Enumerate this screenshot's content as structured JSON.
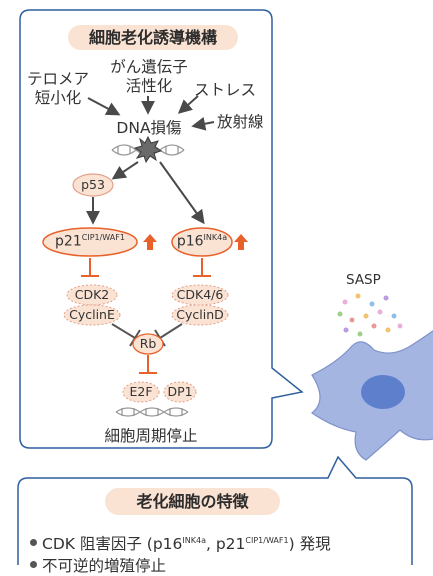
{
  "mechanism": {
    "title": "細胞老化誘導機構",
    "stimuli": {
      "telomere": [
        "テロメア",
        "短小化"
      ],
      "oncogene": [
        "がん遺伝子",
        "活性化"
      ],
      "stress": "ストレス",
      "radiation": "放射線"
    },
    "dna_damage": "DNA損傷",
    "p53": "p53",
    "p21": {
      "base": "p21",
      "sup": "CIP1/WAF1"
    },
    "p16": {
      "base": "p16",
      "sup": "INK4a"
    },
    "cdk2": [
      "CDK2",
      "CyclinE"
    ],
    "cdk46": [
      "CDK4/6",
      "CyclinD"
    ],
    "rb": "Rb",
    "e2f": "E2F",
    "dp1": "DP1",
    "outcome": "細胞周期停止"
  },
  "sasp_label": "SASP",
  "features": {
    "title": "老化細胞の特徴",
    "items": [
      {
        "text_a": "CDK 阻害因子 (p16",
        "sup_a": "INK4a",
        "text_b": ", p21",
        "sup_b": "CIP1/WAF1",
        "text_c": ") 発現"
      },
      {
        "text": "不可逆的増殖停止"
      }
    ]
  },
  "colors": {
    "accent_orange": "#e8602a",
    "panel_border": "#2f5f9e",
    "node_fill": "#fbe3d4",
    "cell_fill": "#a4b5e2",
    "nucleus_fill": "#5e80cc"
  }
}
